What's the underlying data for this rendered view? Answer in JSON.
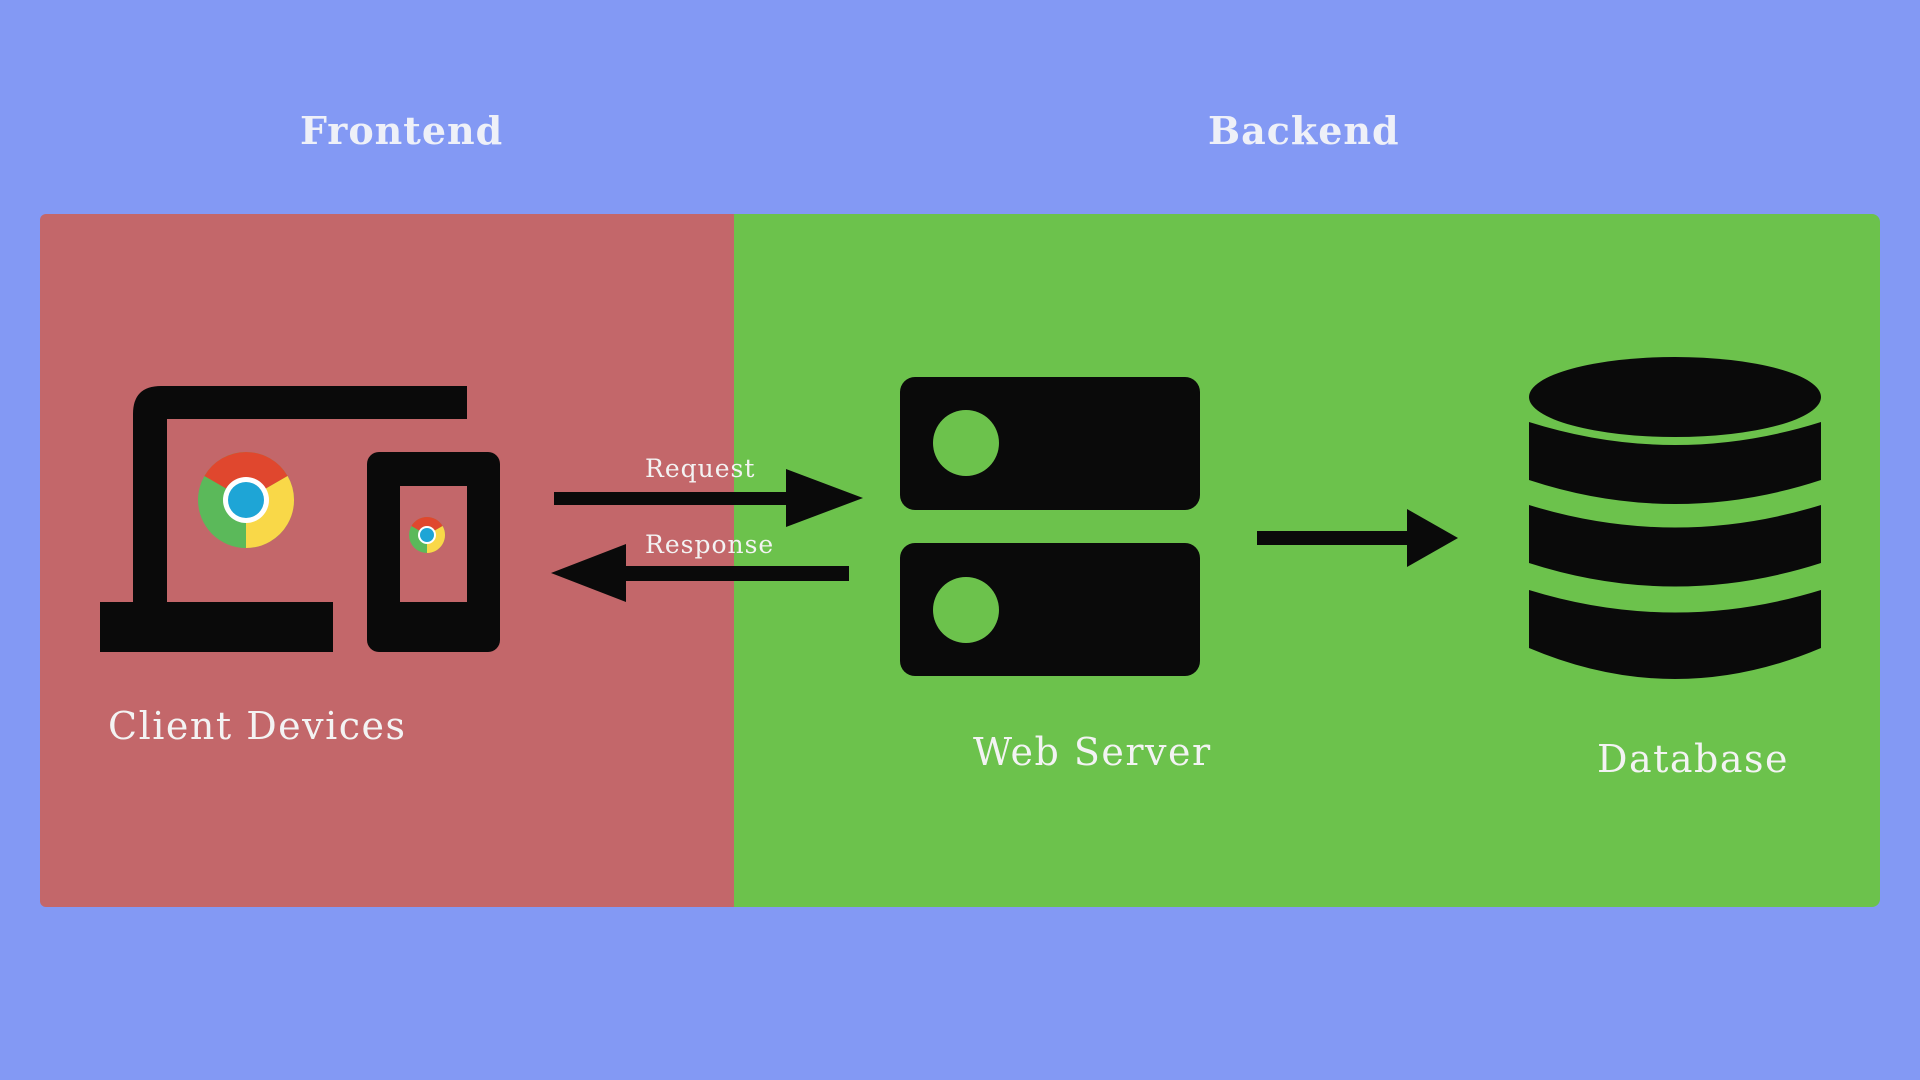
{
  "sections": {
    "frontend": {
      "title": "Frontend"
    },
    "backend": {
      "title": "Backend"
    }
  },
  "nodes": {
    "client": {
      "label": "Client Devices"
    },
    "web_server": {
      "label": "Web Server"
    },
    "database": {
      "label": "Database"
    }
  },
  "edges": {
    "request": {
      "label": "Request"
    },
    "response": {
      "label": "Response"
    }
  },
  "colors": {
    "background": "#8399f4",
    "frontend_panel": "#c3676a",
    "backend_panel": "#6cc24c",
    "icon": "#0a0a0a",
    "text": "#f3f3f3"
  },
  "icons": {
    "laptop": "laptop-icon",
    "phone": "phone-icon",
    "browser": "chrome-icon",
    "server": "server-icon",
    "database": "database-icon"
  }
}
